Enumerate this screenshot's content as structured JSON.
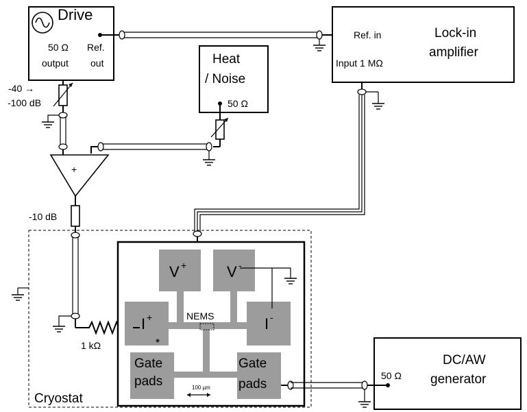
{
  "drive": {
    "title": "Drive",
    "impedance": "50 Ω",
    "output": "output",
    "ref": "Ref.",
    "out": "out"
  },
  "attenuator_drive": {
    "line1": "-40 →",
    "line2": "-100 dB"
  },
  "heat_noise": {
    "line1": "Heat",
    "line2": "/ Noise",
    "impedance": "50 Ω"
  },
  "lockin": {
    "ref_in": "Ref. in",
    "title1": "Lock-in",
    "title2": "amplifier",
    "input": "Input 1 MΩ"
  },
  "summer": {
    "symbol": "+"
  },
  "attenuator_10db": "-10 dB",
  "resistor": "1 kΩ",
  "cryostat": "Cryostat",
  "chip": {
    "v_plus": "V",
    "v_plus_sup": "+",
    "v_minus": "V",
    "v_minus_sup": "-",
    "i_plus": "I",
    "i_plus_sup": "+",
    "i_minus": "I",
    "i_minus_sup": "-",
    "nems": "NEMS",
    "gate_left1": "Gate",
    "gate_left2": "pads",
    "gate_right1": "Gate",
    "gate_right2": "pads",
    "scale": "100 µm"
  },
  "dcaw": {
    "impedance": "50 Ω",
    "title1": "DC/AW",
    "title2": "generator"
  }
}
